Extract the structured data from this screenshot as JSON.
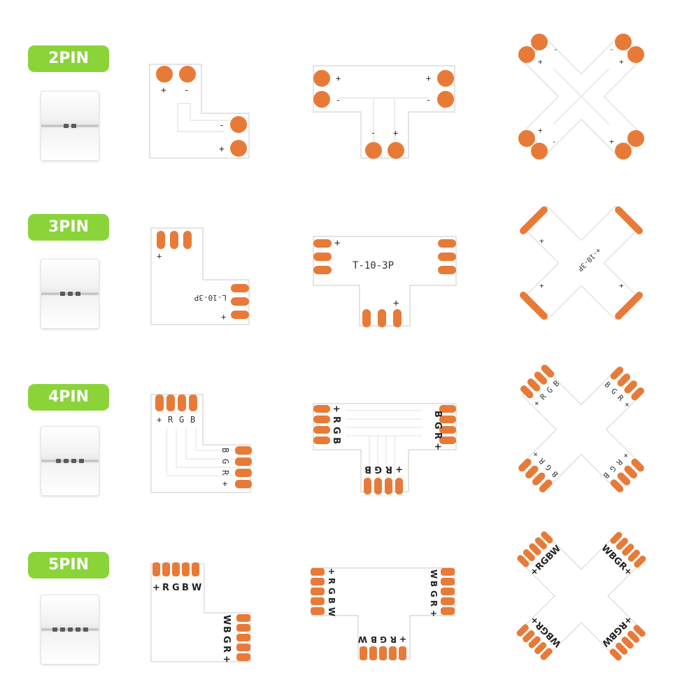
{
  "colors": {
    "badge": "#8ad43a",
    "pad": "#e87a38",
    "board": "#ffffff"
  },
  "rows": [
    {
      "badge": "2PIN",
      "pins": 2,
      "l_labels": [
        "+",
        "-",
        "-",
        "+"
      ],
      "t_labels": [
        "+",
        "-",
        "+",
        "-",
        "-",
        "+"
      ],
      "t_text": "",
      "l_text": "",
      "x_text": ""
    },
    {
      "badge": "3PIN",
      "pins": 3,
      "l_text": "L-10-3P",
      "t_text": "T-10-3P",
      "x_text": "+-10-3P",
      "plus": "+"
    },
    {
      "badge": "4PIN",
      "pins": 4,
      "labels": [
        "+",
        "R",
        "G",
        "B"
      ]
    },
    {
      "badge": "5PIN",
      "pins": 5,
      "labels": [
        "+",
        "R",
        "G",
        "B",
        "W"
      ]
    }
  ]
}
